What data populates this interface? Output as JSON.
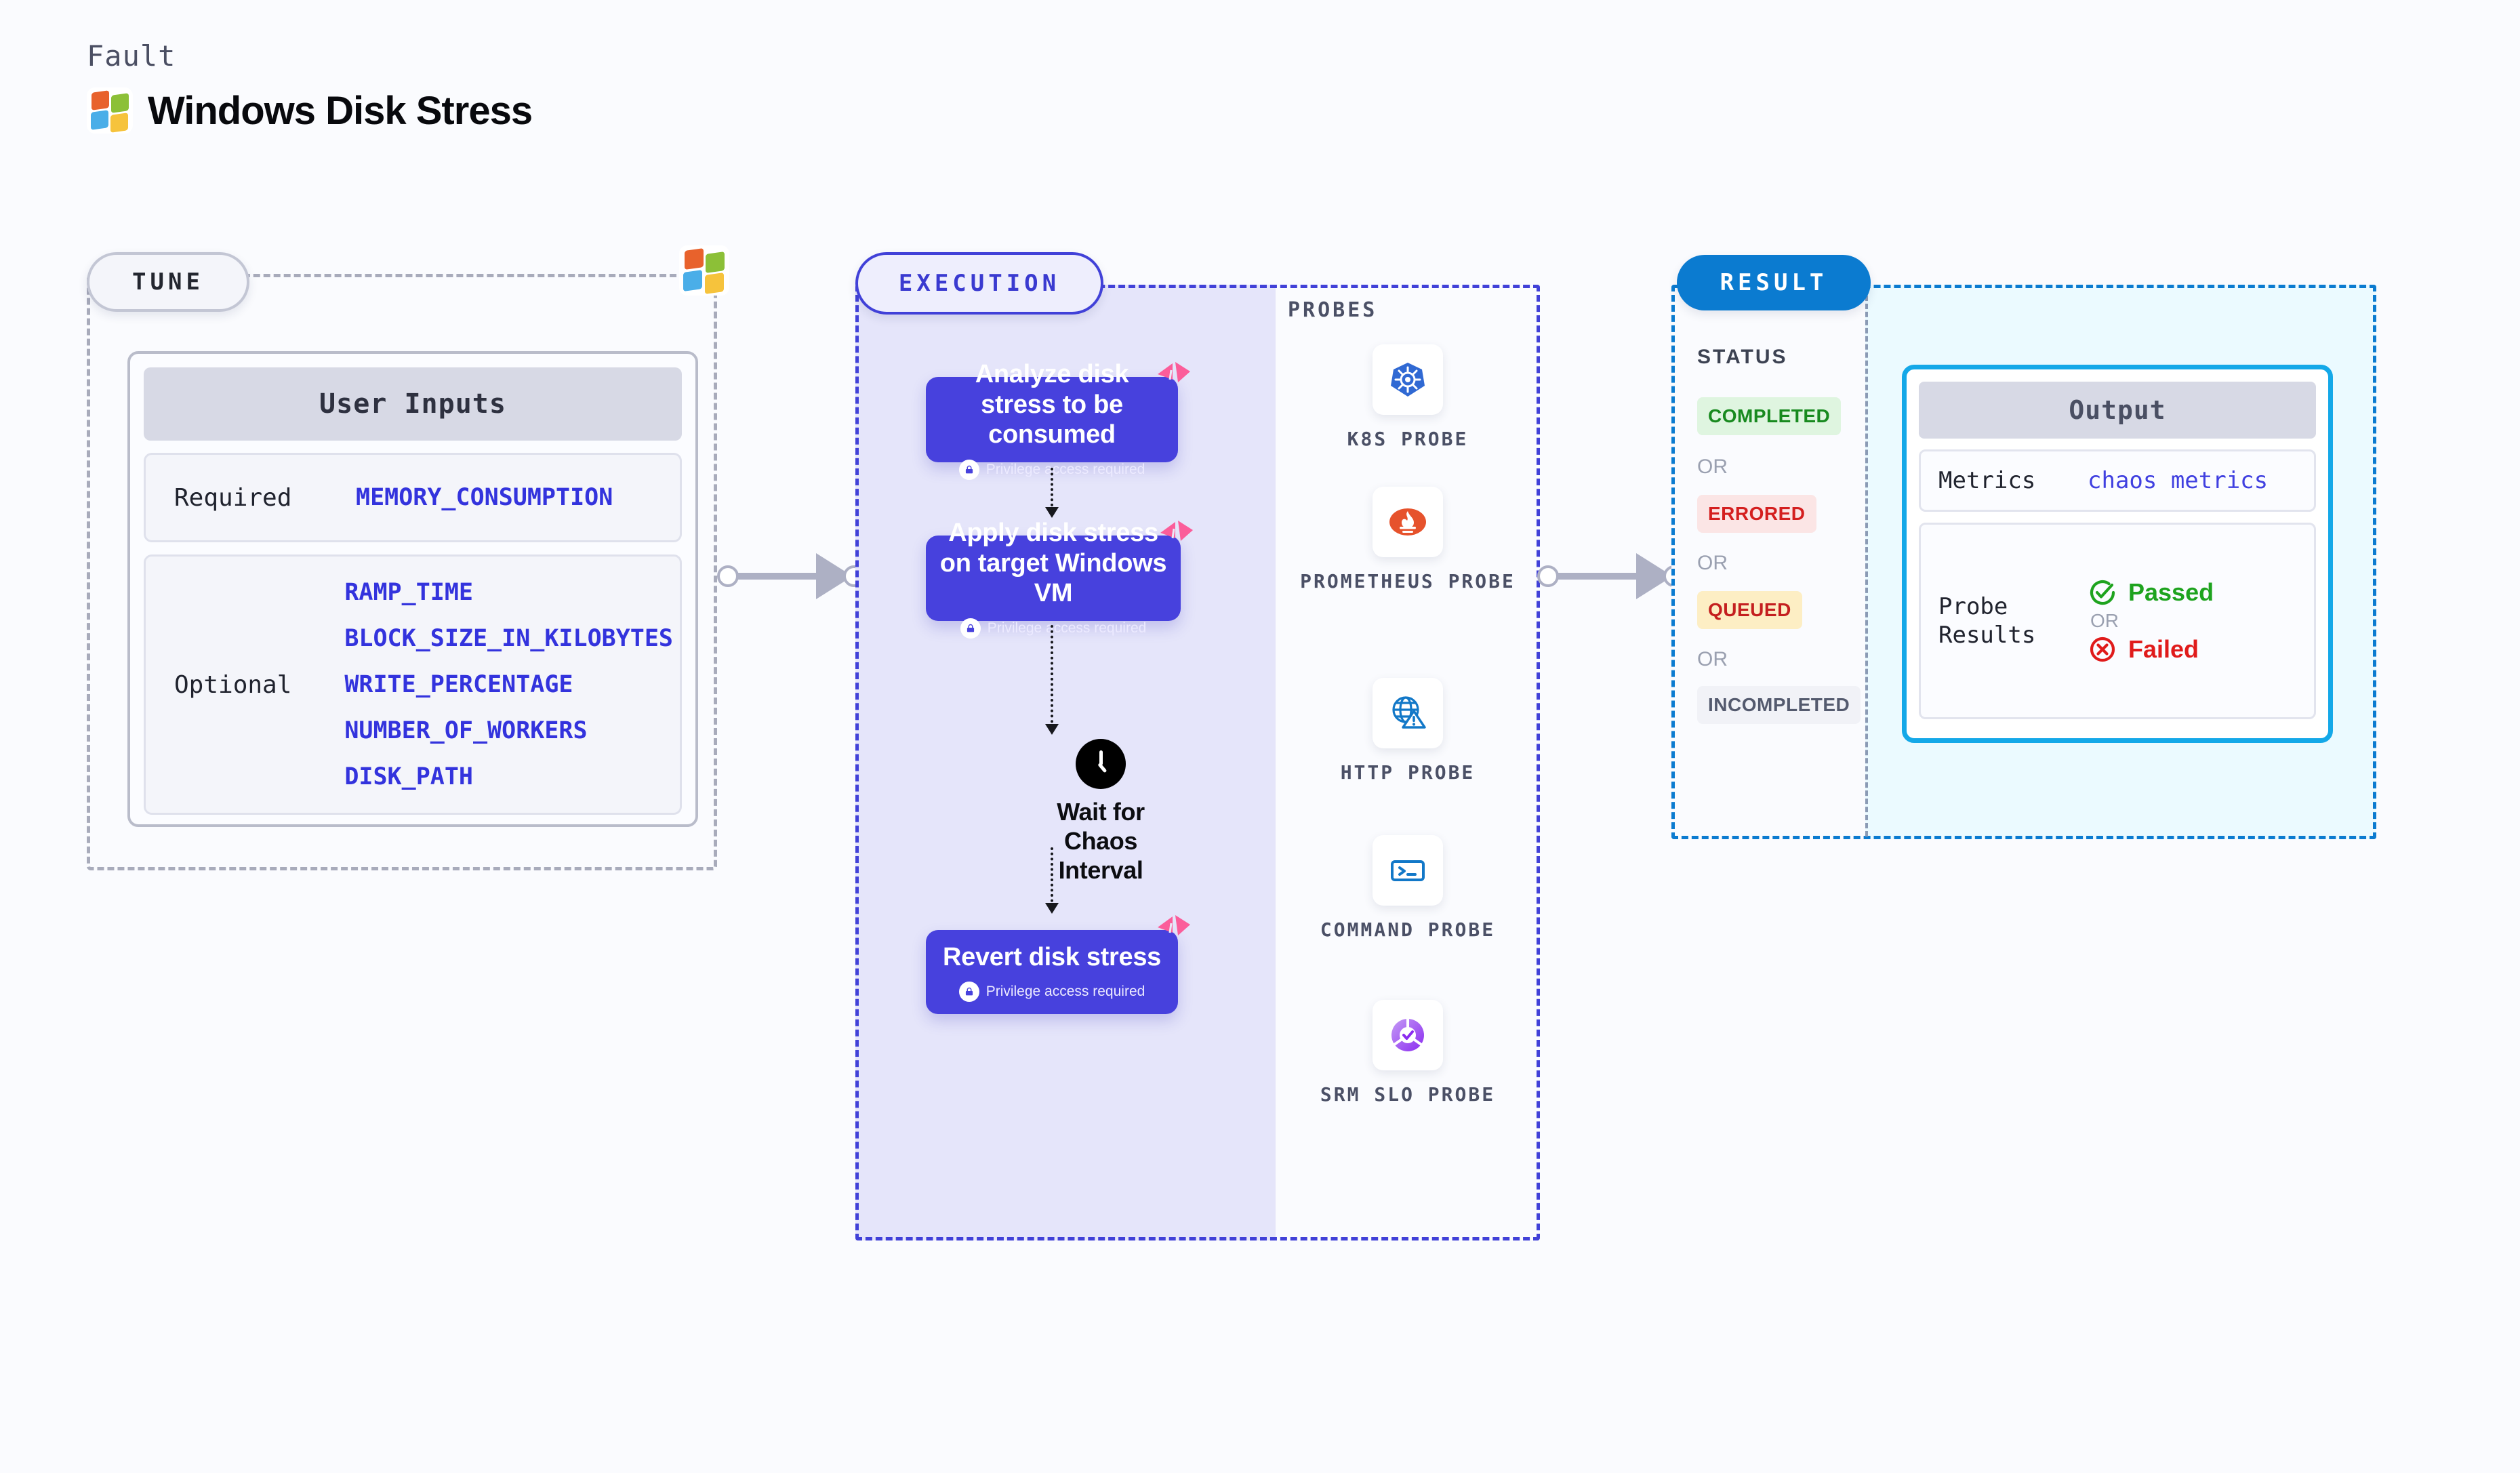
{
  "header": {
    "kicker": "Fault",
    "title": "Windows Disk Stress",
    "logo_icon": "windows-logo-icon"
  },
  "tune": {
    "pill_label": "TUNE",
    "logo_icon": "windows-logo-icon",
    "card_title": "User Inputs",
    "groups": [
      {
        "label": "Required",
        "values": [
          "MEMORY_CONSUMPTION"
        ]
      },
      {
        "label": "Optional",
        "values": [
          "RAMP_TIME",
          "BLOCK_SIZE_IN_KILOBYTES",
          "WRITE_PERCENTAGE",
          "NUMBER_OF_WORKERS",
          "DISK_PATH"
        ]
      }
    ]
  },
  "execution": {
    "pill_label": "EXECUTION",
    "privilege_note": "Privilege access required",
    "steps": [
      {
        "title": "Analyze disk stress to be consumed",
        "privileged": true
      },
      {
        "title": "Apply disk stress on target Windows VM",
        "privileged": true
      }
    ],
    "wait_node": {
      "label": "Wait for Chaos Interval",
      "icon": "clock-icon"
    },
    "final_step": {
      "title": "Revert disk stress",
      "privileged": true
    },
    "probes_label": "PROBES",
    "probes": [
      {
        "name": "K8S PROBE",
        "icon": "kubernetes-icon"
      },
      {
        "name": "PROMETHEUS PROBE",
        "icon": "prometheus-icon"
      },
      {
        "name": "HTTP PROBE",
        "icon": "http-globe-warning-icon"
      },
      {
        "name": "COMMAND PROBE",
        "icon": "terminal-icon"
      },
      {
        "name": "SRM SLO PROBE",
        "icon": "srm-slo-icon"
      }
    ]
  },
  "result": {
    "pill_label": "RESULT",
    "status_label": "STATUS",
    "or_label": "OR",
    "statuses": [
      {
        "label": "COMPLETED",
        "bg": "#dff5e0",
        "fg": "#188a1f"
      },
      {
        "label": "ERRORED",
        "bg": "#fbe5e5",
        "fg": "#d41f1f"
      },
      {
        "label": "QUEUED",
        "bg": "#fdeec4",
        "fg": "#c41f1f"
      },
      {
        "label": "INCOMPLETED",
        "bg": "#f1f2f7",
        "fg": "#545a6e"
      }
    ],
    "output": {
      "title": "Output",
      "metrics_label": "Metrics",
      "metrics_value": "chaos metrics",
      "probe_results_label": "Probe Results",
      "passed_label": "Passed",
      "failed_label": "Failed",
      "or_label": "OR",
      "passed_icon": "check-circle-icon",
      "failed_icon": "x-circle-icon"
    }
  },
  "colors": {
    "background": "#fafbfe",
    "execution_accent": "#4141d8",
    "execution_card": "#4741dd",
    "result_accent": "#0b7bd0",
    "output_border": "#14a8e8",
    "tune_border": "#a8abbb",
    "flag_pink": "#fb5d9a",
    "value_blue": "#3333dd",
    "connector": "#adb0c4"
  }
}
